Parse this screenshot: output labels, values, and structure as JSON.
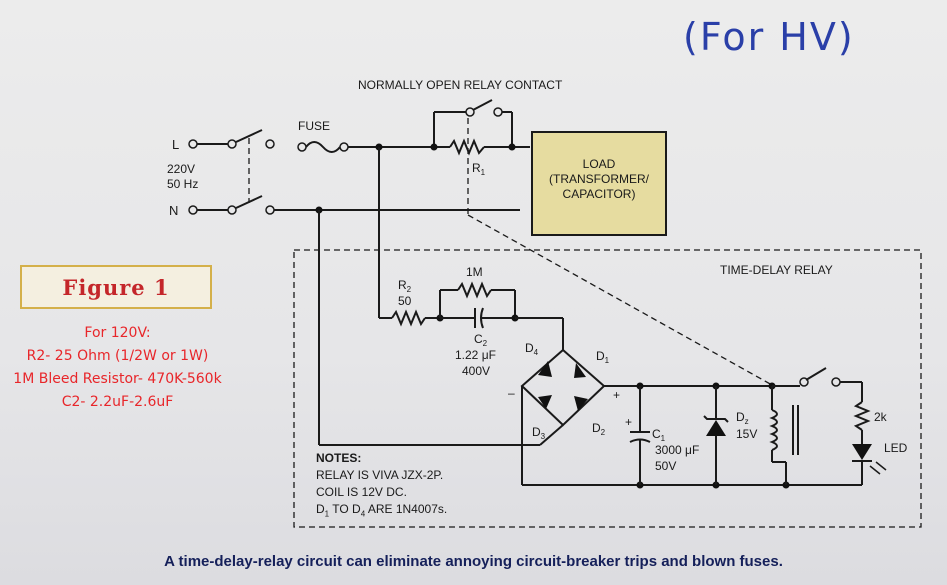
{
  "handwritten_note": "(For HV)",
  "labels": {
    "relay_contact": "NORMALLY OPEN RELAY CONTACT",
    "fuse": "FUSE",
    "line": "L",
    "neutral": "N",
    "voltage": "220V",
    "frequency": "50 Hz",
    "load_lines": [
      "LOAD",
      "(TRANSFORMER/",
      "CAPACITOR)"
    ],
    "r1": "R",
    "r1_sub": "1",
    "time_delay_relay": "TIME-DELAY RELAY",
    "bleed_value": "1M",
    "r2": "R",
    "r2_sub": "2",
    "r2_value": "50",
    "c2": "C",
    "c2_sub": "2",
    "c2_value": "1.22 μF",
    "c2_voltage": "400V",
    "d4": "D",
    "d4_sub": "4",
    "d1": "D",
    "d1_sub": "1",
    "d3": "D",
    "d3_sub": "3",
    "d2": "D",
    "d2_sub": "2",
    "minus": "–",
    "plus": "+",
    "plus_c1": "+",
    "c1": "C",
    "c1_sub": "1",
    "c1_value": "3000 μF",
    "c1_voltage": "50V",
    "dz": "D",
    "dz_sub": "z",
    "dz_value": "15V",
    "r_led": "2k",
    "led": "LED"
  },
  "figure_label": "Figure 1",
  "notes_120v": [
    "For 120V:",
    "R2- 25 Ohm (1/2W or 1W)",
    "1M Bleed Resistor- 470K-560k",
    "C2- 2.2uF-2.6uF"
  ],
  "notes": {
    "title": "NOTES:",
    "line1": "RELAY IS VIVA JZX-2P.",
    "line2": "COIL IS 12V DC.",
    "line3_pre": "D",
    "line3_sub1": "1",
    "line3_mid": " TO D",
    "line3_sub2": "4",
    "line3_post": " ARE 1N4007s."
  },
  "caption": "A time-delay-relay circuit can eliminate annoying circuit-breaker trips and blown fuses.",
  "colors": {
    "handwriting": "#2a3fa8",
    "figure_text": "#c4262a",
    "note_text": "#e8262a",
    "caption": "#15205a",
    "load_box": "#e6dca0"
  }
}
